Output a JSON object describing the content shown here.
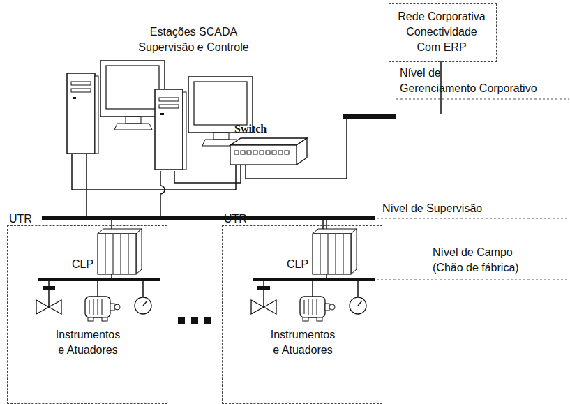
{
  "diagram": {
    "nodes": [
      {
        "text": [
          "Rede Corporativa Conectividade Com ERP"
        ]
      },
      {
        "text": [
          "UTR",
          "CLP",
          "Instrumentos e Atuadores"
        ]
      },
      {
        "text": [
          "UTR",
          "CLP",
          "Instrumentos e Atuadores"
        ]
      }
    ],
    "labels": [
      "Estações SCADA Supervisão e Controle",
      "Switch",
      "Nível de Gerenciamento Corporativo",
      "Nível de Supervisão",
      "Nível de Campo (Chão de fábrica)"
    ]
  }
}
